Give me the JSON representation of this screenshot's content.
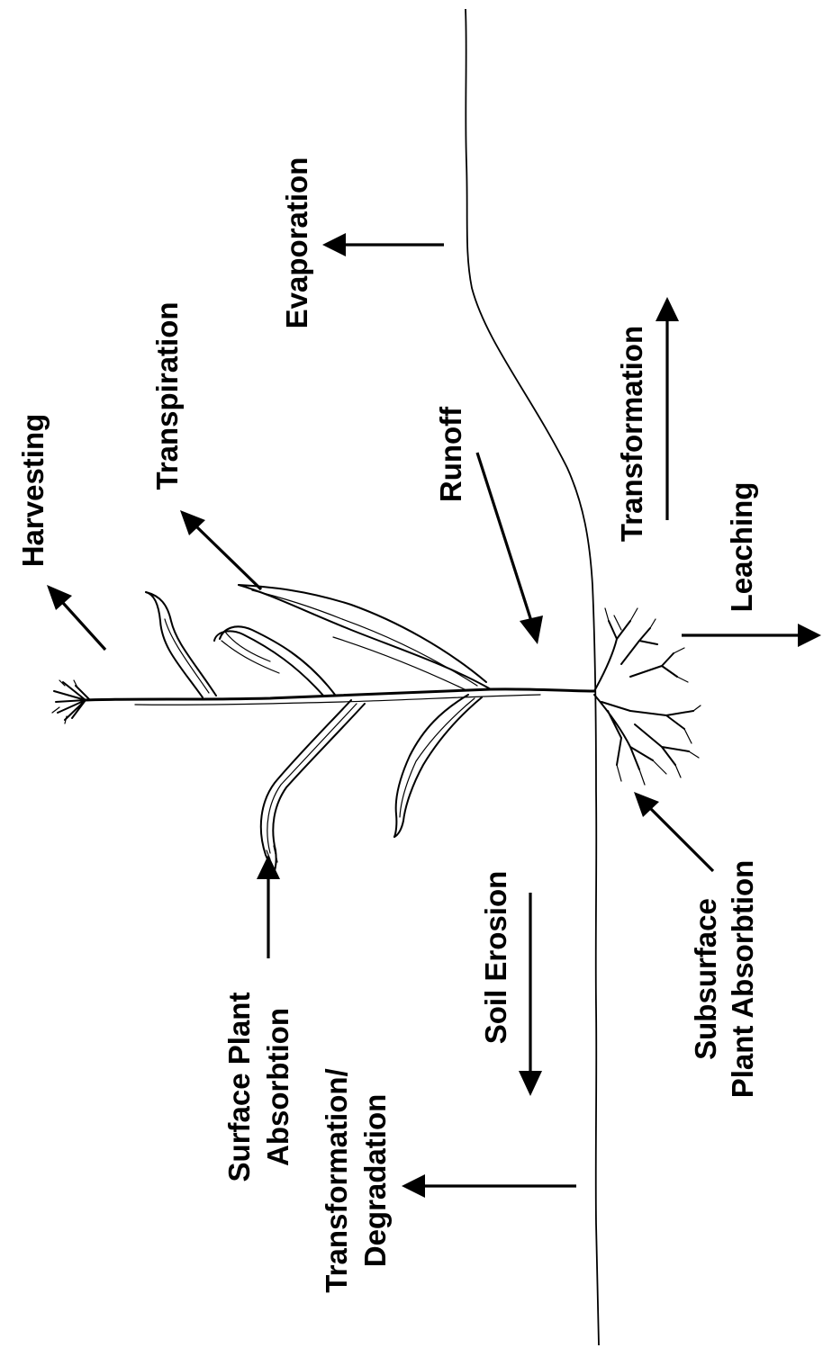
{
  "labels": {
    "harvesting": "Harvesting",
    "transpiration": "Transpiration",
    "evaporation": "Evaporation",
    "runoff": "Runoff",
    "transformation": "Transformation",
    "leaching": "Leaching",
    "subsurface_line1": "Subsurface",
    "subsurface_line2": "Plant Absorbtion",
    "soil_erosion": "Soil Erosion",
    "surface_line1": "Surface Plant",
    "surface_line2": "Absorbtion",
    "degradation_line1": "Transformation/",
    "degradation_line2": "Degradation"
  }
}
